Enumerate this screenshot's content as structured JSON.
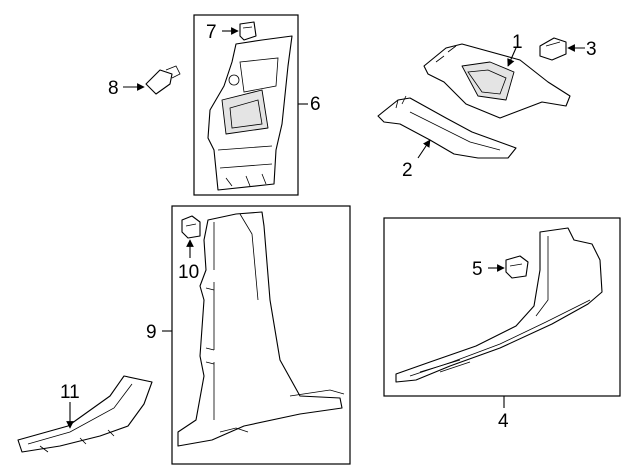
{
  "diagram": {
    "callouts": {
      "c1": "1",
      "c2": "2",
      "c3": "3",
      "c4": "4",
      "c5": "5",
      "c6": "6",
      "c7": "7",
      "c8": "8",
      "c9": "9",
      "c10": "10",
      "c11": "11"
    },
    "colors": {
      "line": "#000000",
      "background": "#ffffff",
      "shading": "#e4e4e4"
    }
  }
}
